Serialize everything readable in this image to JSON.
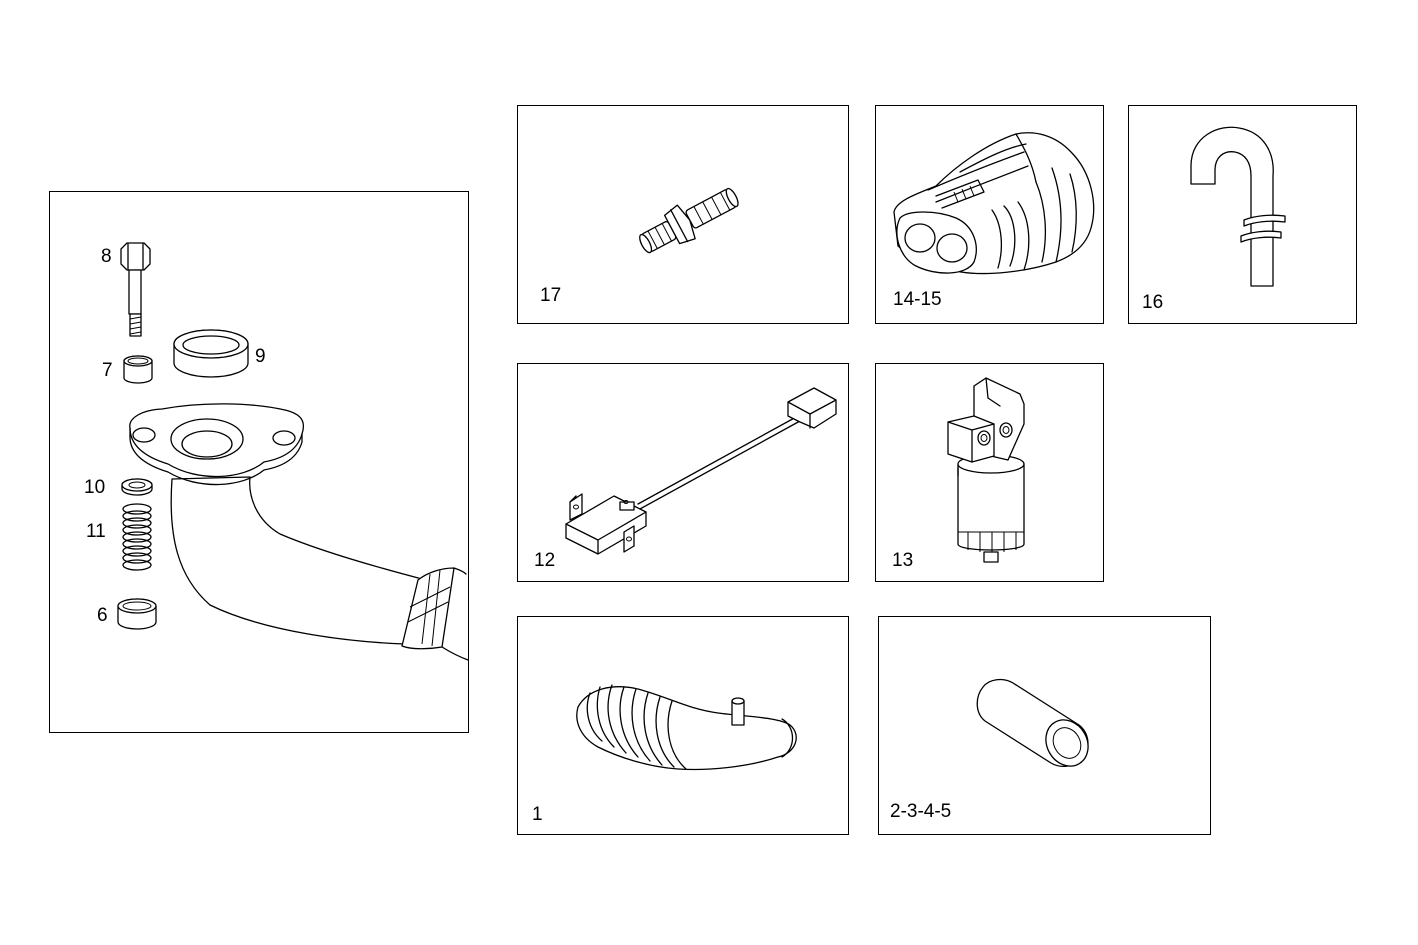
{
  "main_panel": {
    "callouts": {
      "p8": "8",
      "p9": "9",
      "p7": "7",
      "p10": "10",
      "p11": "11",
      "p6": "6"
    }
  },
  "panels": {
    "p17": "17",
    "p14_15": "14-15",
    "p16": "16",
    "p12": "12",
    "p13": "13",
    "p1": "1",
    "p2_3_4_5": "2-3-4-5"
  }
}
